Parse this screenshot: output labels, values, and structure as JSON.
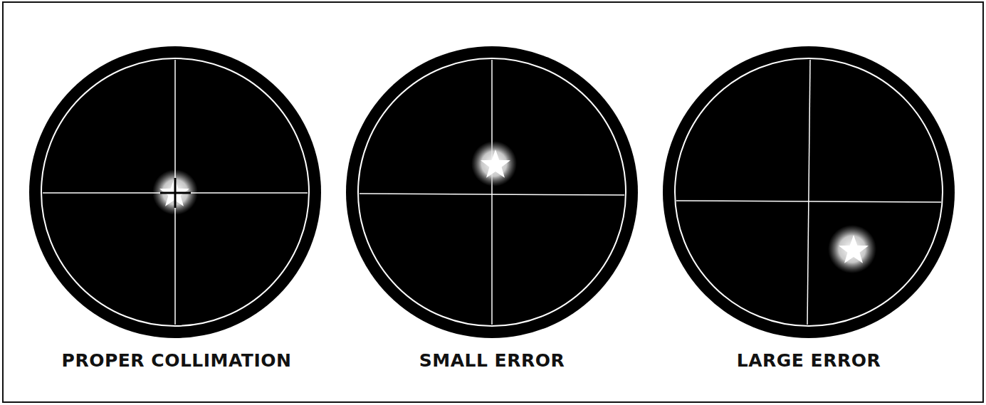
{
  "diagram": {
    "labels": [
      "PROPER COLLIMATION",
      "SMALL ERROR",
      "LARGE ERROR"
    ]
  }
}
